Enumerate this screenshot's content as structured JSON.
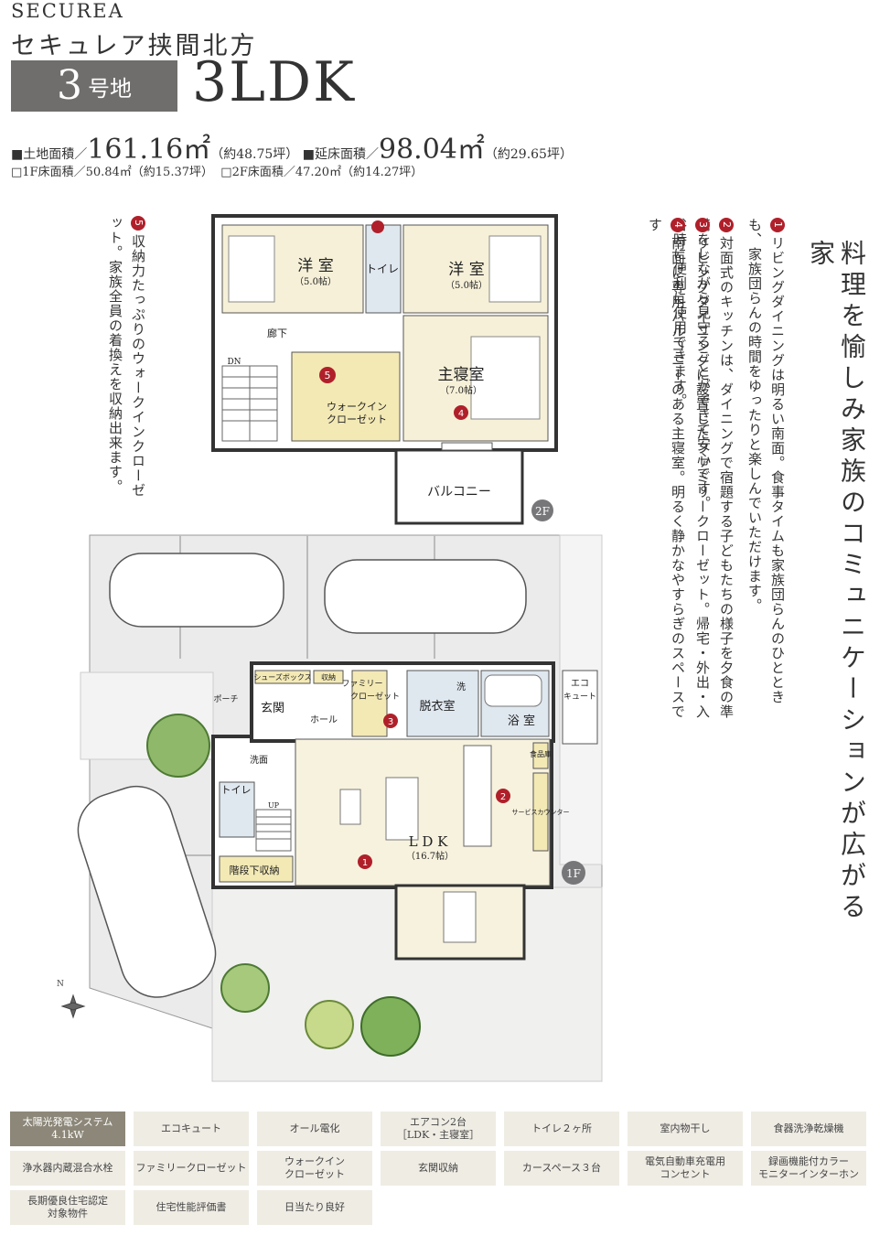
{
  "header": {
    "brand": "SECUREA",
    "project": "セキュレア挟間北方",
    "lot_number": "3",
    "lot_suffix": "号地",
    "layout": "3LDK"
  },
  "areas": {
    "land_label": "■土地面積／",
    "land_value": "161.16㎡",
    "land_tsubo": "（約48.75坪）",
    "floor_label": "■延床面積／",
    "floor_value": "98.04㎡",
    "floor_tsubo": "（約29.65坪）",
    "f1": "□1F床面積／50.84㎡（約15.37坪）",
    "f2": "□2F床面積／47.20㎡（約14.27坪）"
  },
  "heading": "料理を愉しみ家族のコミュニケーションが広がる家",
  "features": [
    {
      "nums": [
        "1"
      ],
      "text": "リビングダイニングは明るい南面。食事タイムも家族団らんのひとときも、家族団らんの時間をゆったりと楽しんでいただけます。"
    },
    {
      "nums": [
        "2"
      ],
      "text": "対面式のキッチンは、ダイニングで宿題する子どもたちの様子を夕食の準備をしながら見守ることができて安心です。"
    },
    {
      "nums": [
        "3"
      ],
      "text": "リビングダイニングに設置したファミリークローゼット。帰宅・外出・入浴時に便利に使用できます。"
    },
    {
      "nums": [
        "4"
      ],
      "text": "南面に専用バルコニーのある主寝室。明るく静かなやすらぎのスペースです"
    },
    {
      "nums": [
        "5"
      ],
      "text": "収納力たっぷりのウォークインクローゼット。家族全員の着換えを収納出来ます。"
    }
  ],
  "plan2f": {
    "room_west": "洋 室",
    "room_west_size": "（5.0帖）",
    "toilet": "トイレ",
    "room_east": "洋 室",
    "room_east_size": "（5.0帖）",
    "hall": "廊下",
    "dn": "DN",
    "wic_line1": "ウォークイン",
    "wic_line2": "クローゼット",
    "master": "主寝室",
    "master_size": "（7.0帖）",
    "balcony": "バルコニー",
    "floor_tag": "2F"
  },
  "plan1f": {
    "shoebox": "シューズボックス",
    "storage": "収納",
    "family_closet_1": "ファミリー",
    "family_closet_2": "クローゼット",
    "wash_mark": "洗",
    "dressing": "脱衣室",
    "bath": "浴 室",
    "porch": "ポーチ",
    "entrance": "玄関",
    "hall": "ホール",
    "washroom": "洗面",
    "pantry": "食品庫",
    "service_counter": "サービスカウンター",
    "toilet": "トイレ",
    "up": "UP",
    "ldk": "L D K",
    "ldk_size": "（16.7帖）",
    "under_stairs": "階段下収納",
    "ecocute_1": "エコ",
    "ecocute_2": "キュート",
    "floor_tag": "1F",
    "compass": "N"
  },
  "chips": [
    {
      "label": "太陽光発電システム",
      "sub": "4.1kW",
      "active": true
    },
    {
      "label": "エコキュート",
      "sub": ""
    },
    {
      "label": "オール電化",
      "sub": ""
    },
    {
      "label": "エアコン2台",
      "sub": "［LDK・主寝室］"
    },
    {
      "label": "トイレ２ヶ所",
      "sub": ""
    },
    {
      "label": "室内物干し",
      "sub": ""
    },
    {
      "label": "食器洗浄乾燥機",
      "sub": ""
    },
    {
      "label": "浄水器内蔵混合水栓",
      "sub": ""
    },
    {
      "label": "ファミリークローゼット",
      "sub": ""
    },
    {
      "label": "ウォークイン",
      "sub": "クローゼット"
    },
    {
      "label": "玄関収納",
      "sub": ""
    },
    {
      "label": "カースペース３台",
      "sub": ""
    },
    {
      "label": "電気自動車充電用",
      "sub": "コンセント"
    },
    {
      "label": "録画機能付カラー",
      "sub": "モニターインターホン"
    },
    {
      "label": "長期優良住宅認定",
      "sub": "対象物件"
    },
    {
      "label": "住宅性能評価書",
      "sub": ""
    },
    {
      "label": "日当たり良好",
      "sub": ""
    }
  ]
}
